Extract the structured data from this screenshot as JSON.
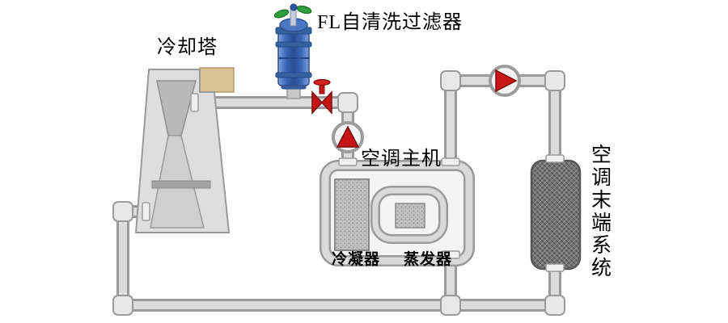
{
  "diagram": {
    "title": "FL self-cleaning filter cooling water system schematic",
    "labels": {
      "cooling_tower": "冷却塔",
      "filter": "FL自清洗过滤器",
      "main_unit": "空调主机",
      "condenser": "冷凝器",
      "evaporator": "蒸发器",
      "terminal_system": "空调末端系统"
    },
    "components": [
      {
        "name": "cooling-tower",
        "label": "冷却塔"
      },
      {
        "name": "self-cleaning-filter",
        "label": "FL自清洗过滤器"
      },
      {
        "name": "gate-valve",
        "color": "#c41414"
      },
      {
        "name": "pump-left",
        "arrow_direction": "up"
      },
      {
        "name": "pump-right",
        "arrow_direction": "right"
      },
      {
        "name": "chiller-main-unit",
        "label": "空调主机"
      },
      {
        "name": "condenser",
        "label": "冷凝器"
      },
      {
        "name": "evaporator",
        "label": "蒸发器"
      },
      {
        "name": "terminal-system",
        "label": "空调末端系统"
      }
    ],
    "colors": {
      "pipe_fill": "#dcdcdc",
      "pipe_edge": "#9b9b9b",
      "filter_blue": "#3a67b6",
      "filter_valve_green": "#2f9e3f",
      "valve_red": "#c41414",
      "pump_arrow_red": "#c81616",
      "terminal_gray": "#767676",
      "tower_gray": "#dedede",
      "tower_tan": "#d9c193"
    }
  }
}
